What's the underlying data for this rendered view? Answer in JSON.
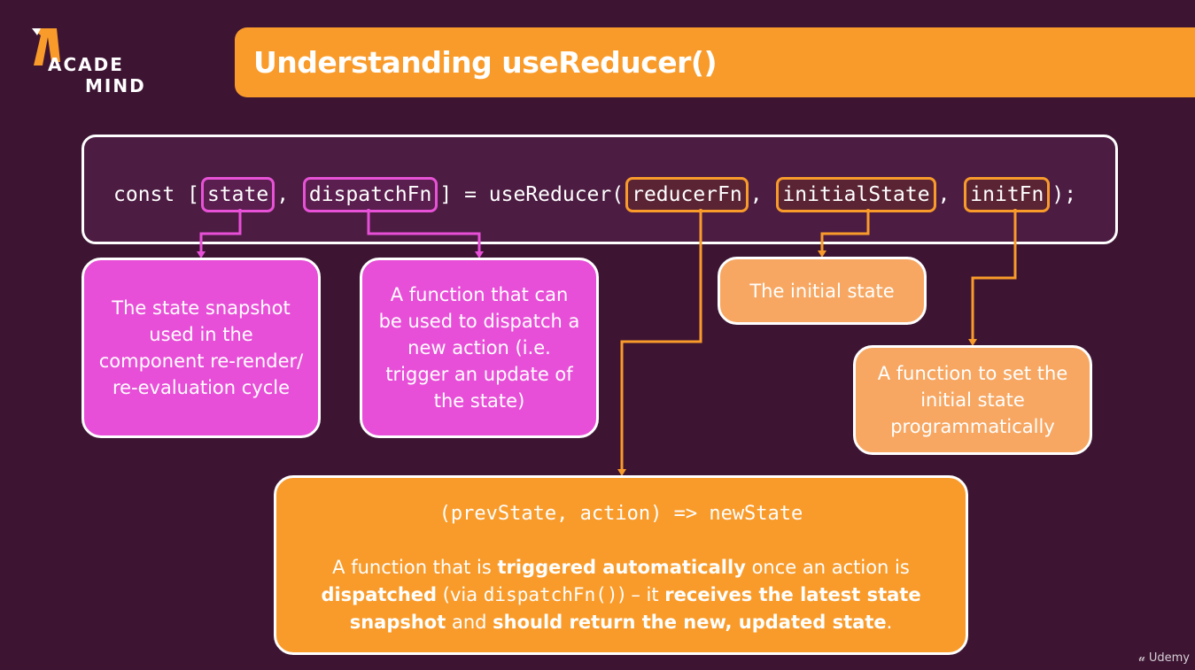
{
  "logo": {
    "line1": "ACADE",
    "line2": "MIND"
  },
  "title": "Understanding useReducer()",
  "code": {
    "prefix": "const [",
    "state": "state",
    "comma1": ", ",
    "dispatch": "dispatchFn",
    "middle": "] = useReducer(",
    "reducer": "reducerFn",
    "comma2": ", ",
    "initial": "initialState",
    "comma3": ", ",
    "init": "initFn",
    "suffix": ");"
  },
  "callouts": {
    "state": "The state snapshot used in the component re-render/ re-evaluation cycle",
    "dispatch": "A function that can be used to dispatch a new action (i.e. trigger an update of the state)",
    "initial_state": "The initial state",
    "init_fn": "A function to set the initial state programmatically"
  },
  "reducer": {
    "signature": "(prevState, action) => newState",
    "desc_1": "A function that is ",
    "desc_2": "triggered automatically",
    "desc_3": " once an action is ",
    "desc_4": "dispatched",
    "desc_5": " (via ",
    "desc_6": "dispatchFn()",
    "desc_7": ") – it ",
    "desc_8": "receives the latest state snapshot",
    "desc_9": " and ",
    "desc_10": "should return the new, updated state",
    "desc_11": "."
  },
  "watermark": "Udemy",
  "colors": {
    "background": "#3d1533",
    "accent_orange": "#f99b2a",
    "accent_pink": "#e84fd8",
    "peach": "#f7a762"
  }
}
